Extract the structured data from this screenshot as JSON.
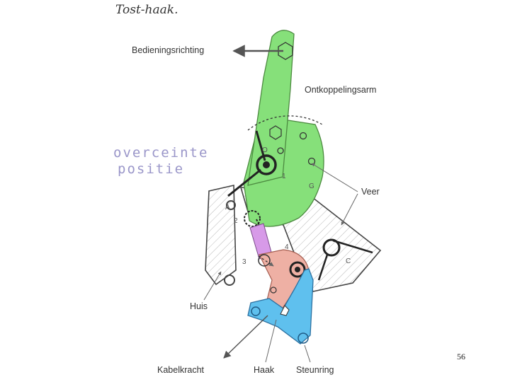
{
  "page": {
    "title": "Tost-haak.",
    "page_number": "56",
    "handwritten_note": [
      "overceinte",
      "positie"
    ]
  },
  "labels": {
    "bedieningsrichting": "Bedieningsrichting",
    "ontkoppelingsarm": "Ontkoppelingsarm",
    "veer": "Veer",
    "huis": "Huis",
    "kabelkracht": "Kabelkracht",
    "haak": "Haak",
    "steunring": "Steunring"
  },
  "points": {
    "o": "O",
    "a": "A",
    "g": "G",
    "c": "C",
    "n1": "1",
    "n2": "2",
    "n3": "3",
    "n4": "4"
  },
  "colors": {
    "arm": "#86e07a",
    "hook": "#eeb0a4",
    "steunring": "#5fc0ee",
    "link": "#d79ae8",
    "ink": "#333333"
  }
}
